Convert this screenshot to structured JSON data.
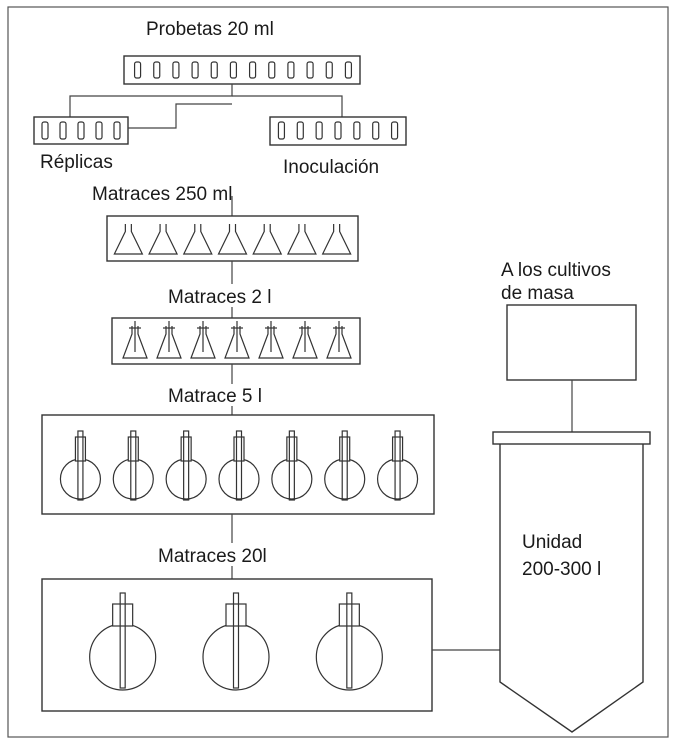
{
  "labels": {
    "probetas": "Probetas 20 ml",
    "replicas": "Réplicas",
    "inoculacion": "Inoculación",
    "matraces250": "Matraces 250 ml",
    "matraces2": "Matraces 2 l",
    "matrace5": "Matrace 5 l",
    "matraces20": "Matraces 20l",
    "cultivos_line1": "A los cultivos",
    "cultivos_line2": "de masa",
    "unidad_line1": "Unidad",
    "unidad_line2": "200-300 l"
  },
  "vessel_counts": {
    "probetas": 12,
    "replicas": 5,
    "inoculacion": 7,
    "matraces250": 7,
    "matraces2": 7,
    "matrace5": 7,
    "matraces20": 3
  },
  "colors": {
    "stroke": "#333333",
    "text": "#1a1a1a",
    "background": "#ffffff"
  }
}
